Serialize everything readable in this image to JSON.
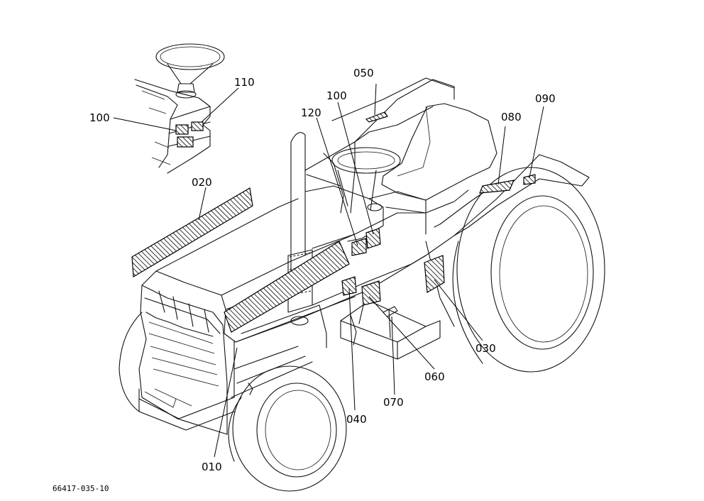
{
  "callouts": {
    "c010": "010",
    "c020": "020",
    "c030": "030",
    "c040": "040",
    "c050": "050",
    "c060": "060",
    "c070": "070",
    "c080": "080",
    "c090": "090",
    "c100_left": "100",
    "c100_right": "100",
    "c110": "110",
    "c120": "120"
  },
  "drawing_number": "66417-035-10"
}
